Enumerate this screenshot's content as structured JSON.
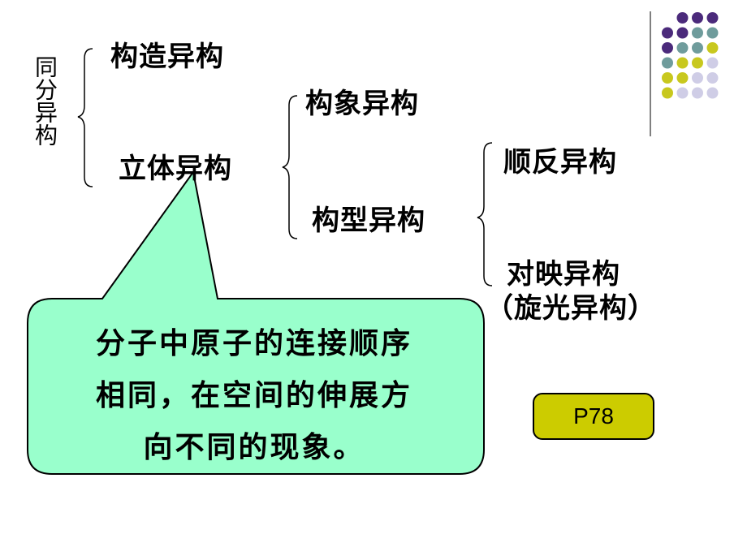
{
  "side_label": "同分异构",
  "nodes": {
    "constitutional": "构造异构",
    "stereo": "立体异构",
    "conformational": "构象异构",
    "configurational": "构型异构",
    "cis_trans": "顺反异构",
    "enantiomer": "对映异构",
    "optical": "（旋光异构）"
  },
  "callout": {
    "line1": "分子中原子的连接顺序",
    "line2": "相同，在空间的伸展方",
    "line3": "向不同的现象。"
  },
  "page_ref": "P78",
  "colors": {
    "callout_fill": "#99ffcc",
    "page_ref_fill": "#cccc00",
    "dot_purple": "#4b2a7b",
    "dot_teal": "#6f9c9c",
    "dot_olive": "#c8c81e",
    "dot_lavender": "#cfcde6"
  }
}
